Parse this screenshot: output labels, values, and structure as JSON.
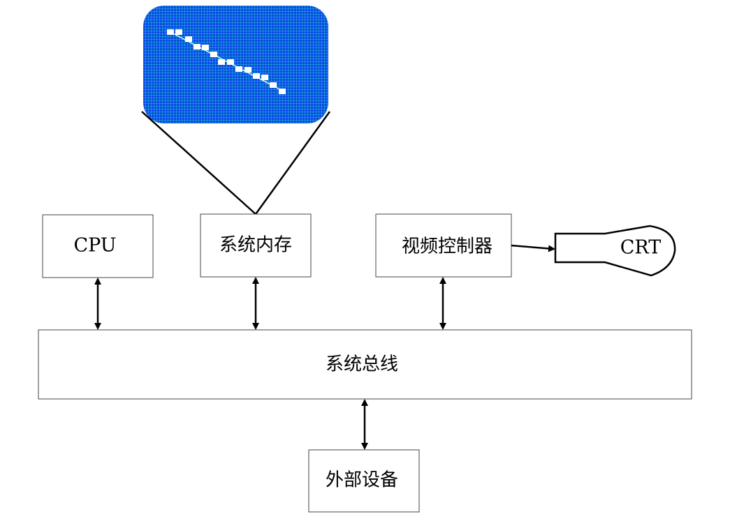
{
  "diagram": {
    "nodes": {
      "cpu": "CPU",
      "memory": "系统内存",
      "video_controller": "视频控制器",
      "crt": "CRT",
      "system_bus": "系统总线",
      "external_devices": "外部设备"
    },
    "colors": {
      "screen_blue": "#0a45e8",
      "screen_grid": "#1a8fd8"
    }
  }
}
